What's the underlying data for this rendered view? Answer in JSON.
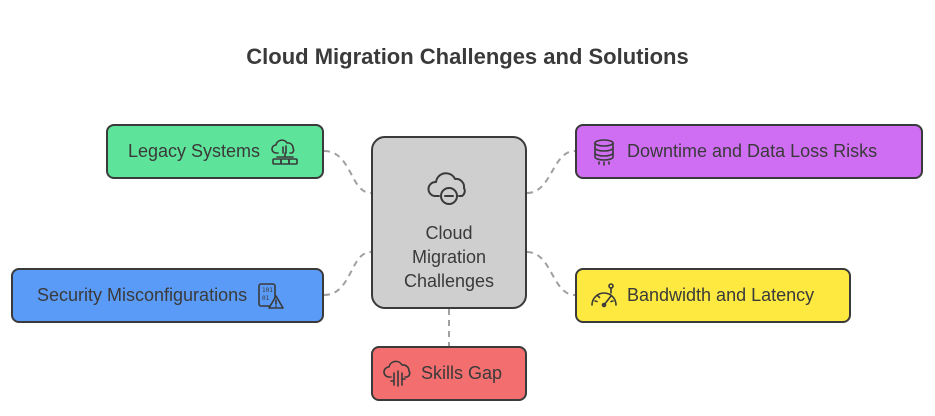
{
  "title": "Cloud Migration Challenges and Solutions",
  "center": {
    "label": "Cloud Migration Challenges",
    "icon": "cloud-minus-icon",
    "color": "#cfcfcf"
  },
  "nodes": [
    {
      "id": "legacy",
      "label": "Legacy Systems",
      "icon": "cloud-network-icon",
      "color": "#5ee39a"
    },
    {
      "id": "security",
      "label": "Security Misconfigurations",
      "icon": "data-warning-icon",
      "color": "#5b9bf8"
    },
    {
      "id": "skills",
      "label": "Skills Gap",
      "icon": "cloud-brain-icon",
      "color": "#f36f6f"
    },
    {
      "id": "downtime",
      "label": "Downtime and Data Loss Risks",
      "icon": "database-icon",
      "color": "#cf6ef2"
    },
    {
      "id": "bandwidth",
      "label": "Bandwidth and Latency",
      "icon": "speedometer-icon",
      "color": "#fde93f"
    }
  ]
}
